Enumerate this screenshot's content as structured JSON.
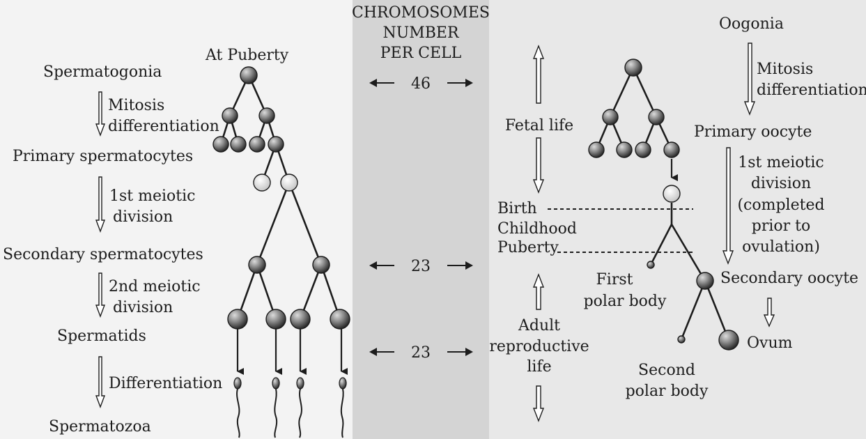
{
  "header": {
    "line1": "CHROMOSOMES",
    "line2": "NUMBER",
    "line3": "PER CELL"
  },
  "center": {
    "diploid": "46",
    "haploid_1": "23",
    "haploid_2": "23"
  },
  "male": {
    "at_puberty": "At Puberty",
    "spermatogonia": "Spermatogonia",
    "mitosis": "Mitosis",
    "differentiation": "differentiation",
    "primary_spermatocytes": "Primary spermatocytes",
    "first_meiotic": "1st meiotic",
    "division_1": "division",
    "secondary_spermatocytes": "Secondary spermatocytes",
    "second_meiotic": "2nd meiotic",
    "division_2": "division",
    "spermatids": "Spermatids",
    "final_differentiation": "Differentiation",
    "spermatozoa": "Spermatozoa"
  },
  "timeline": {
    "fetal_life": "Fetal life",
    "birth": "Birth",
    "childhood": "Childhood",
    "puberty": "Puberty",
    "adult": "Adult",
    "reproductive": "reproductive",
    "life": "life"
  },
  "female": {
    "oogonia": "Oogonia",
    "mitosis": "Mitosis",
    "differentiation": "differentiation",
    "primary_oocyte": "Primary oocyte",
    "first_meiotic": "1st meiotic",
    "division": "division",
    "completed": "(completed",
    "prior_to": "prior to",
    "ovulation": "ovulation)",
    "secondary_oocyte": "Secondary oocyte",
    "first_polar_1": "First",
    "first_polar_2": "polar body",
    "second_polar_1": "Second",
    "second_polar_2": "polar body",
    "ovum": "Ovum"
  }
}
